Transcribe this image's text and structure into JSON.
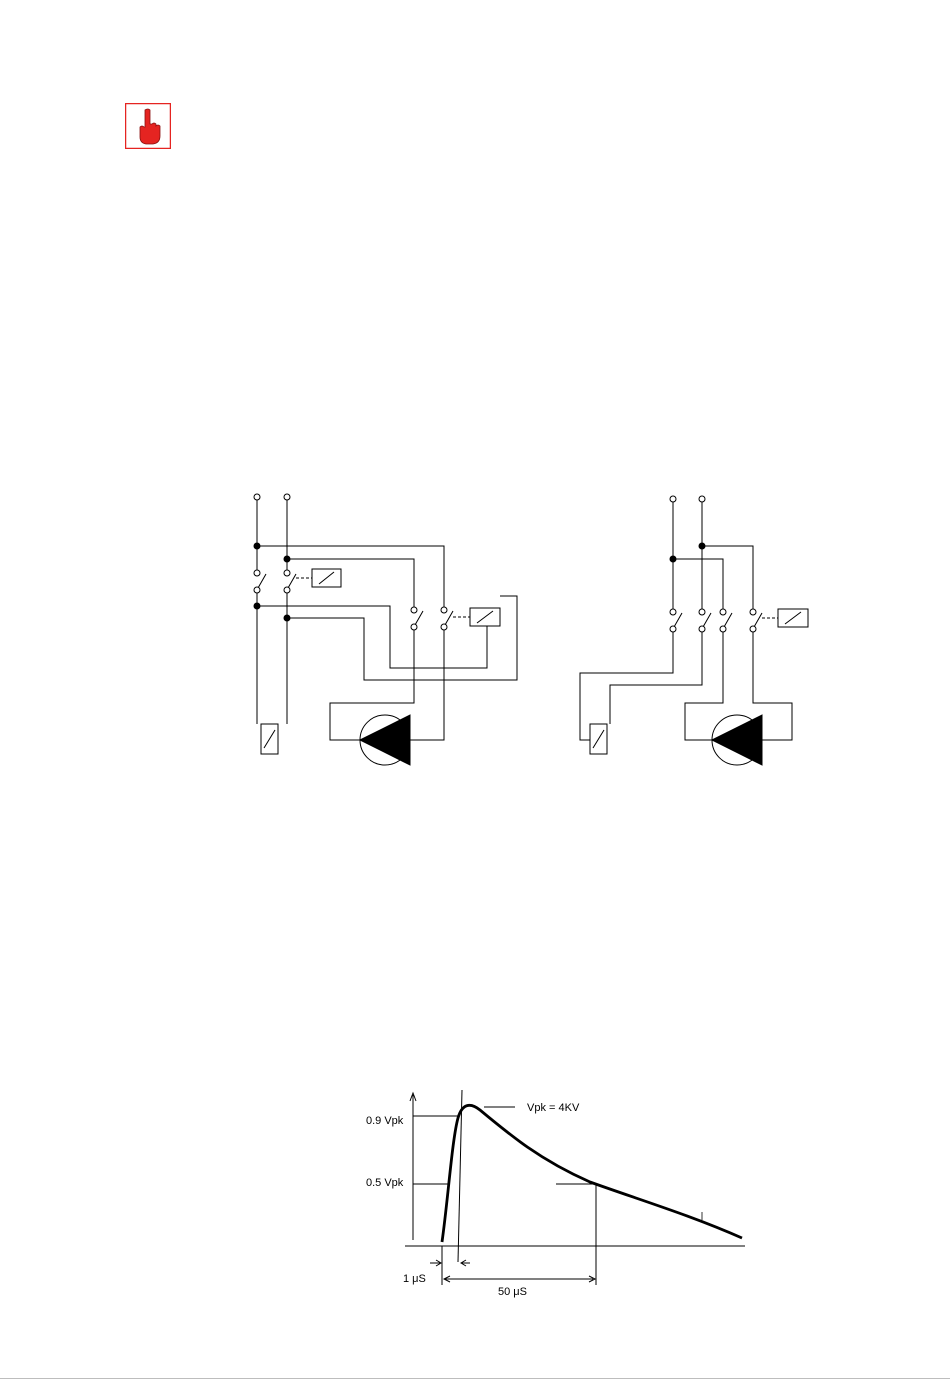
{
  "page": {
    "warning_icon": "pointing-hand-warning-icon",
    "warning_color": "#e52421"
  },
  "waveform": {
    "labels": {
      "level_high": "0.9 Vpk",
      "level_mid": "0.5 Vpk",
      "peak": "Vpk = 4KV",
      "rise_time": "1 μS",
      "half_time": "50 μS"
    }
  }
}
